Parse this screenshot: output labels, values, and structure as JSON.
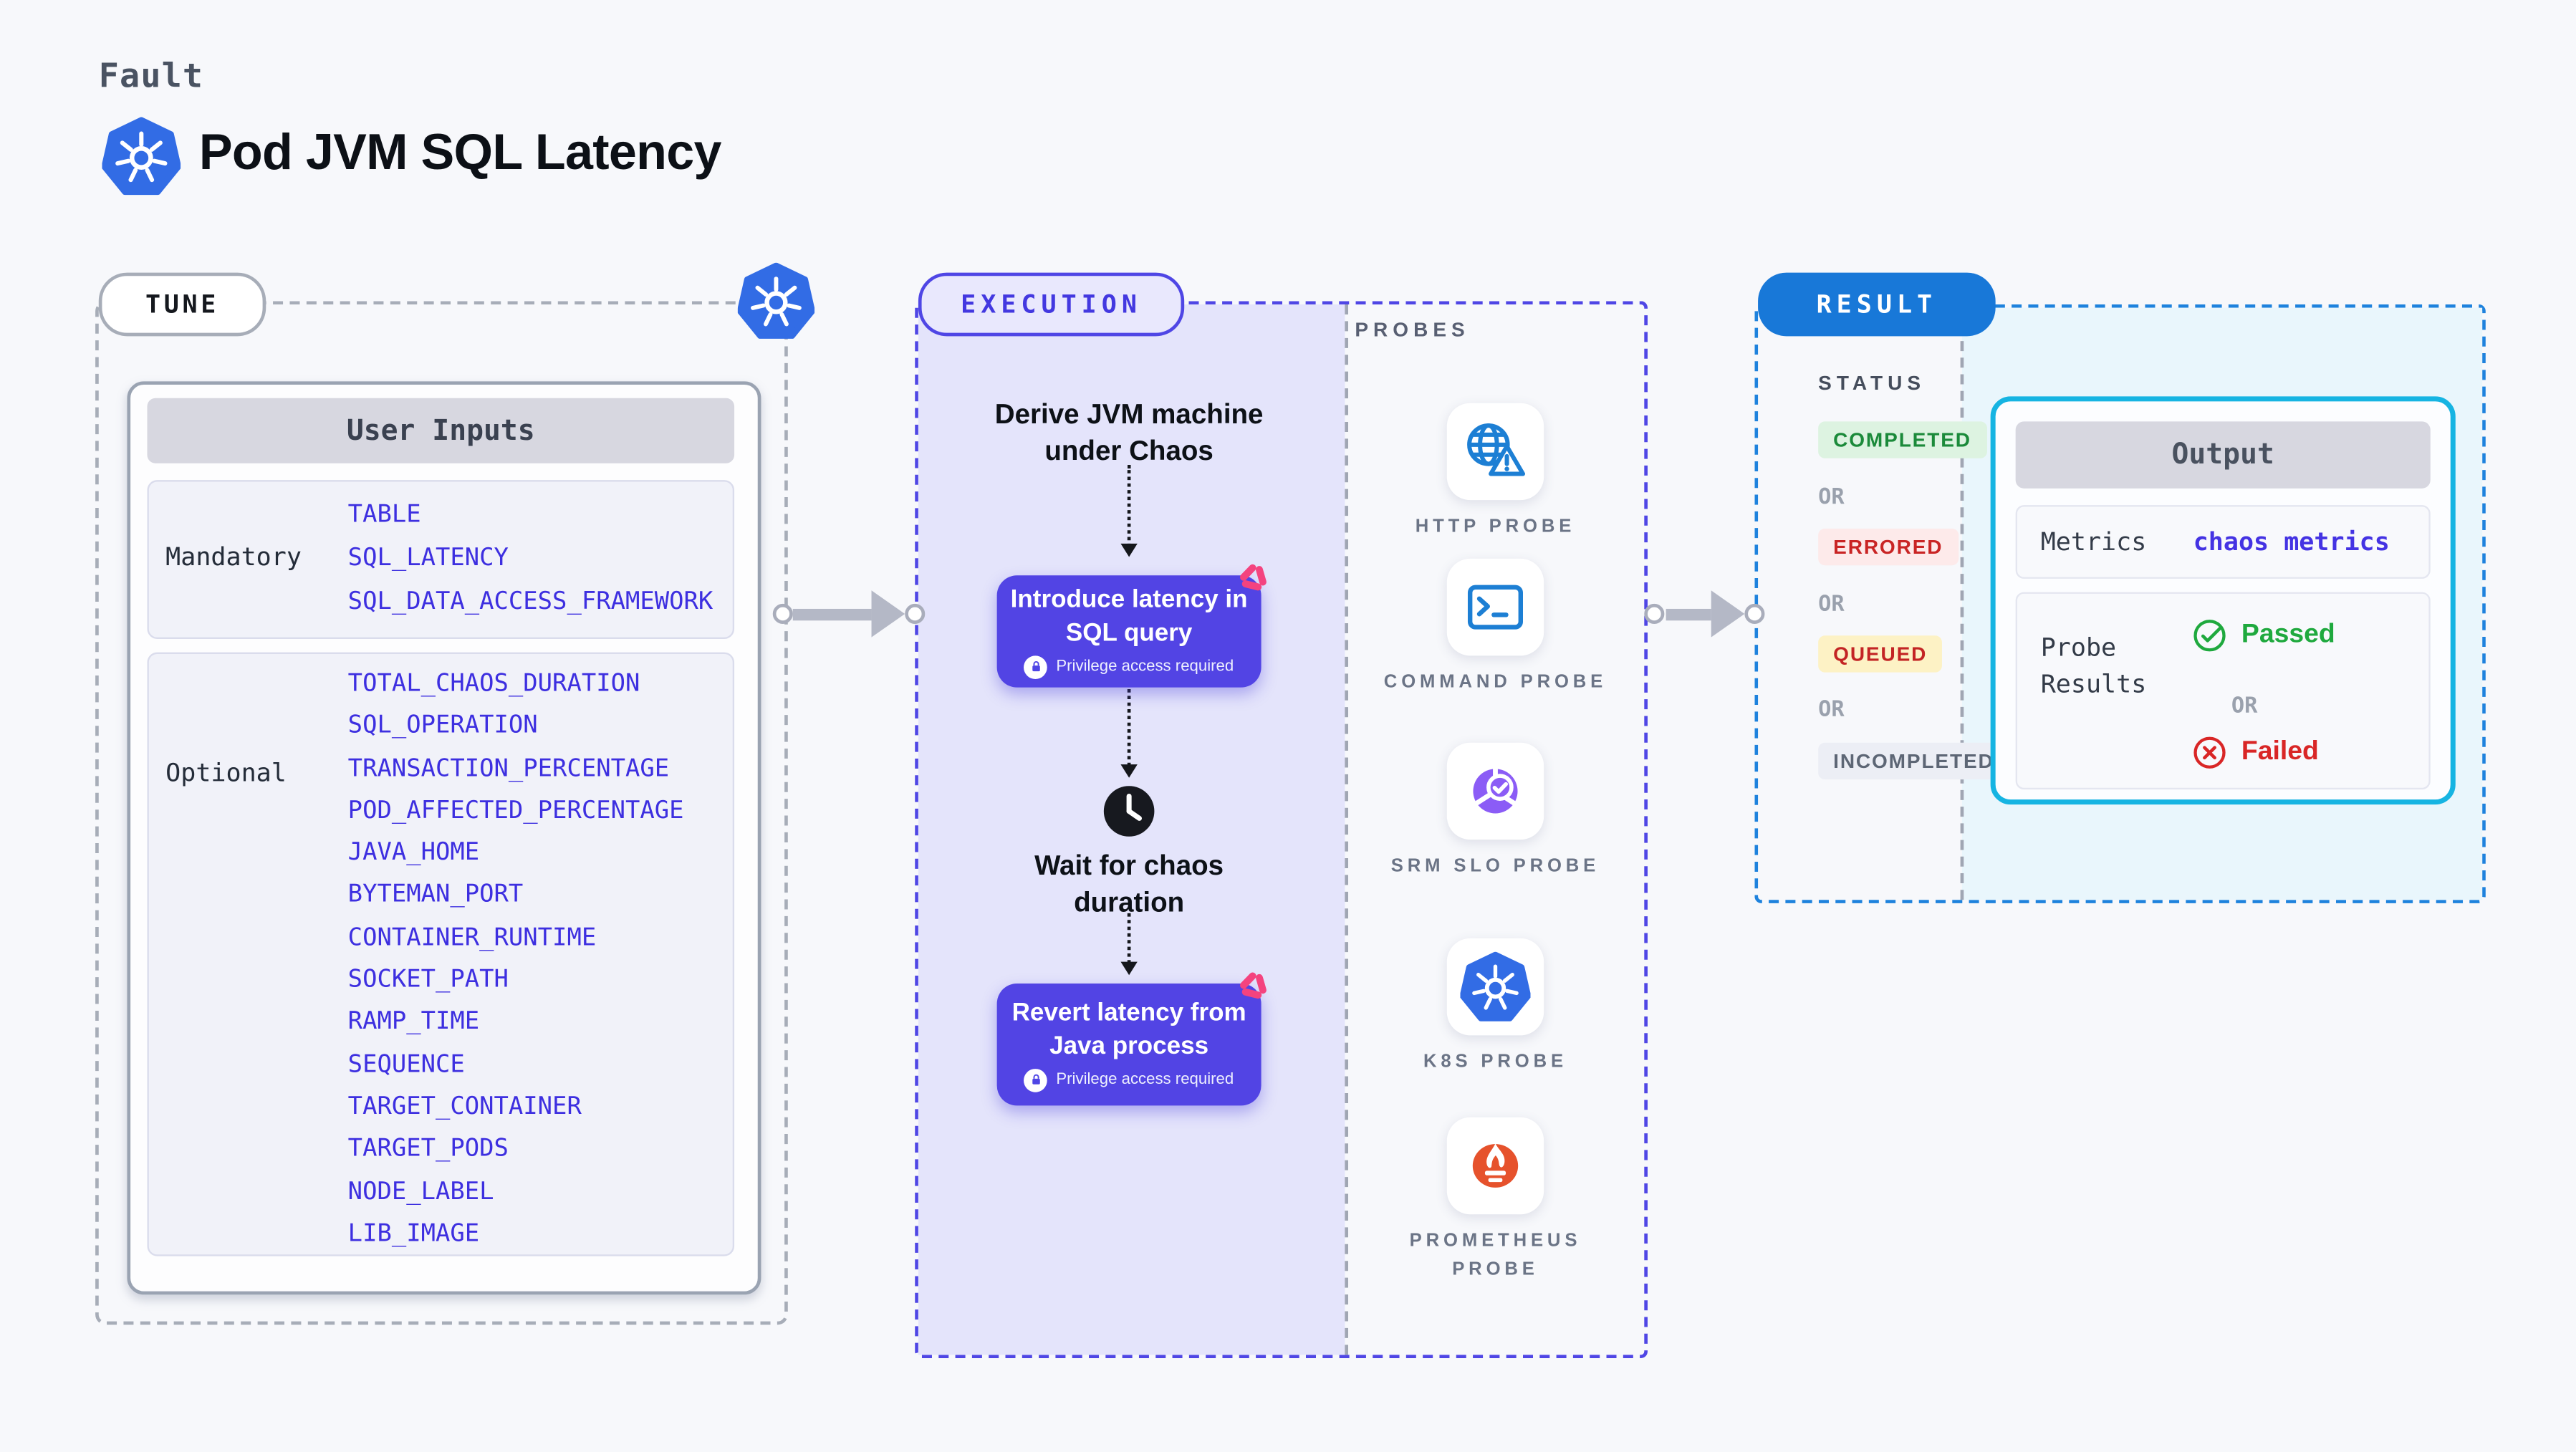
{
  "header": {
    "eyebrow": "Fault",
    "title": "Pod JVM SQL Latency",
    "logo_icon": "kubernetes-icon"
  },
  "tune": {
    "label": "TUNE",
    "corner_icon": "kubernetes-icon",
    "user_inputs": {
      "title": "User Inputs",
      "mandatory_label": "Mandatory",
      "mandatory_items": [
        "TABLE",
        "SQL_LATENCY",
        "SQL_DATA_ACCESS_FRAMEWORK"
      ],
      "optional_label": "Optional",
      "optional_items": [
        "TOTAL_CHAOS_DURATION",
        "SQL_OPERATION",
        "TRANSACTION_PERCENTAGE",
        "POD_AFFECTED_PERCENTAGE",
        "JAVA_HOME",
        "BYTEMAN_PORT",
        "CONTAINER_RUNTIME",
        "SOCKET_PATH",
        "RAMP_TIME",
        "SEQUENCE",
        "TARGET_CONTAINER",
        "TARGET_PODS",
        "NODE_LABEL",
        "LIB_IMAGE"
      ]
    }
  },
  "execution": {
    "label": "EXECUTION",
    "step_derive": "Derive JVM machine under Chaos",
    "action_introduce": "Introduce latency in SQL query",
    "step_wait": "Wait for chaos duration",
    "action_revert": "Revert latency from Java process",
    "privilege_note": "Privilege access required",
    "probes": {
      "label": "PROBES",
      "items": [
        {
          "label": "HTTP PROBE",
          "icon": "http-probe-icon"
        },
        {
          "label": "COMMAND PROBE",
          "icon": "command-probe-icon"
        },
        {
          "label": "SRM SLO PROBE",
          "icon": "srm-slo-probe-icon"
        },
        {
          "label": "K8S PROBE",
          "icon": "kubernetes-icon"
        },
        {
          "label": "PROMETHEUS PROBE",
          "icon": "prometheus-probe-icon"
        }
      ]
    }
  },
  "result": {
    "label": "RESULT",
    "status_label": "STATUS",
    "or_label": "OR",
    "statuses": [
      {
        "label": "COMPLETED",
        "tone": "green"
      },
      {
        "label": "ERRORED",
        "tone": "red"
      },
      {
        "label": "QUEUED",
        "tone": "yellow"
      },
      {
        "label": "INCOMPLETED",
        "tone": "gray"
      }
    ],
    "output": {
      "title": "Output",
      "metrics_label": "Metrics",
      "metrics_value": "chaos metrics",
      "probe_results_label": "Probe Results",
      "passed_label": "Passed",
      "or_label": "OR",
      "failed_label": "Failed"
    }
  },
  "colors": {
    "page_background": "#f7f8fb",
    "kubernetes_blue": "#326ce5",
    "execution_indigo": "#4f46e5",
    "execution_fill": "#e4e4fb",
    "action_purple": "#5244e4",
    "variable_blue": "#3d2fe0",
    "result_blue": "#1878d8",
    "output_cyan": "#16b4e2",
    "result_fill": "#e9f6fc",
    "passed_green": "#1fa93e",
    "failed_red": "#d92626",
    "chaos_pink": "#f4437f",
    "prometheus_orange": "#e6522c",
    "slo_purple": "#8b5cf6"
  }
}
